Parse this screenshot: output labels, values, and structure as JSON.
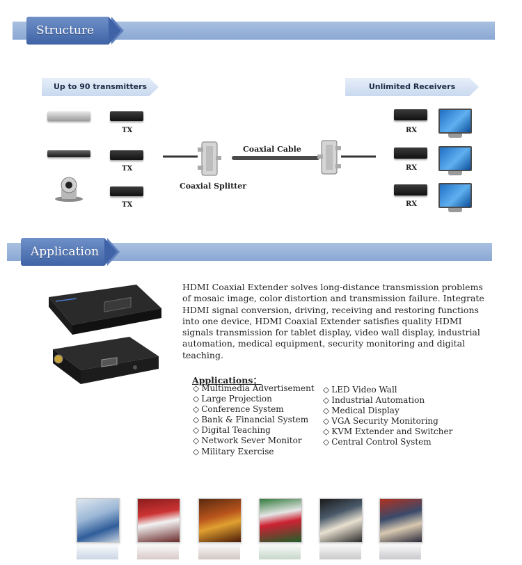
{
  "structure": {
    "title": "Structure",
    "transmitters_tab": "Up to 90 transmitters",
    "receivers_tab": "Unlimited Receivers",
    "tx_label": "TX",
    "rx_label": "RX",
    "splitter_label": "Coaxial Splitter",
    "cable_label": "Coaxial Cable"
  },
  "application": {
    "title": "Application",
    "description": "HDMI Coaxial Extender solves long-distance transmission problems of mosaic image, color distortion and transmission failure. Integrate HDMI signal conversion, driving, receiving and restoring functions into one device, HDMI Coaxial Extender satisfies quality HDMI signals transmission for tablet display, video wall display, industrial automation, medical equipment, security monitoring and digital teaching.",
    "apps_title": "Applications：",
    "apps_left": [
      "Multimedia Advertisement",
      "Large Projection",
      "Conference System",
      "Bank & Financial System",
      "Digital Teaching",
      "Network Sever Monitor",
      "Military Exercise"
    ],
    "apps_right": [
      "LED Video Wall",
      "Industrial Automation",
      "Medical Display",
      "VGA Security Monitoring",
      "KVM Extender and Switcher",
      "Central Control System"
    ]
  },
  "colors": {
    "banner_dark": "#3f63a6",
    "banner_light": "#8aa8d4",
    "tab_light": "#d6e2f3"
  },
  "thumbnails": [
    "office-display",
    "bank-display",
    "restaurant-display",
    "retail-display",
    "video-wall",
    "exhibition-display"
  ]
}
